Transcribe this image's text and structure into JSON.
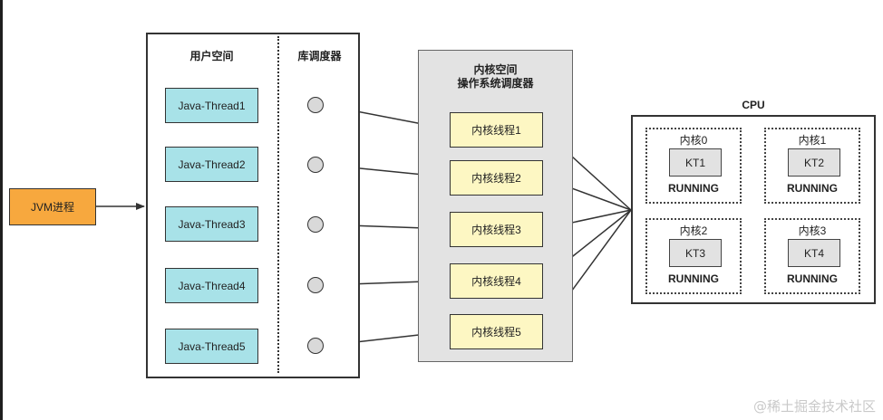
{
  "user_space": {
    "title": "用户空间",
    "scheduler_title": "库调度器",
    "threads": [
      "Java-Thread1",
      "Java-Thread2",
      "Java-Thread3",
      "Java-Thread4",
      "Java-Thread5"
    ]
  },
  "kernel_space": {
    "title_line1": "内核空间",
    "title_line2": "操作系统调度器",
    "threads": [
      "内核线程1",
      "内核线程2",
      "内核线程3",
      "内核线程4",
      "内核线程5"
    ]
  },
  "jvm": {
    "label": "JVM进程"
  },
  "cpu": {
    "title": "CPU",
    "cores": [
      {
        "name": "内核0",
        "kt": "KT1",
        "status": "RUNNING"
      },
      {
        "name": "内核1",
        "kt": "KT2",
        "status": "RUNNING"
      },
      {
        "name": "内核2",
        "kt": "KT3",
        "status": "RUNNING"
      },
      {
        "name": "内核3",
        "kt": "KT4",
        "status": "RUNNING"
      }
    ]
  },
  "watermark": "@稀土掘金技术社区",
  "colors": {
    "java_thread": "#a8e2e8",
    "kernel_thread": "#fdf7c3",
    "jvm": "#f7a83e",
    "kernel_area": "#e3e3e3",
    "scheduler_node": "#d9d9d9"
  }
}
